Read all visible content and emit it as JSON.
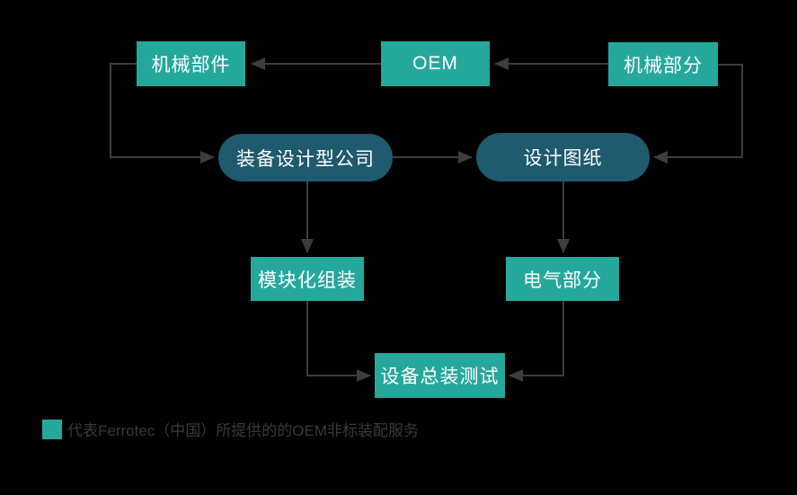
{
  "diagram": {
    "nodes": {
      "mechanical_parts": {
        "label": "机械部件"
      },
      "oem": {
        "label": "OEM"
      },
      "mechanical_section": {
        "label": "机械部分"
      },
      "equipment_design_company": {
        "label": "装备设计型公司"
      },
      "design_drawings": {
        "label": "设计图纸"
      },
      "modular_assembly": {
        "label": "模块化组装"
      },
      "electrical_section": {
        "label": "电气部分"
      },
      "equipment_final_assembly_test": {
        "label": "设备总装测试"
      }
    },
    "edges": [
      "OEM → 机械部件",
      "机械部分 → OEM",
      "机械部件 → 装备设计型公司",
      "装备设计型公司 → 设计图纸",
      "机械部分 → 设计图纸",
      "装备设计型公司 → 模块化组装",
      "设计图纸 → 电气部分",
      "模块化组装 → 设备总装测试",
      "电气部分 → 设备总装测试"
    ],
    "legend": {
      "text": "代表Ferrotec（中国）所提供的的OEM非标装配服务"
    },
    "colors": {
      "service_node": "#25A89C",
      "company_node": "#1F5A6E",
      "connector": "#3D3D3D",
      "node_text": "#FFFFFF",
      "legend_text": "#3A3A3A",
      "background": "#000000"
    }
  }
}
